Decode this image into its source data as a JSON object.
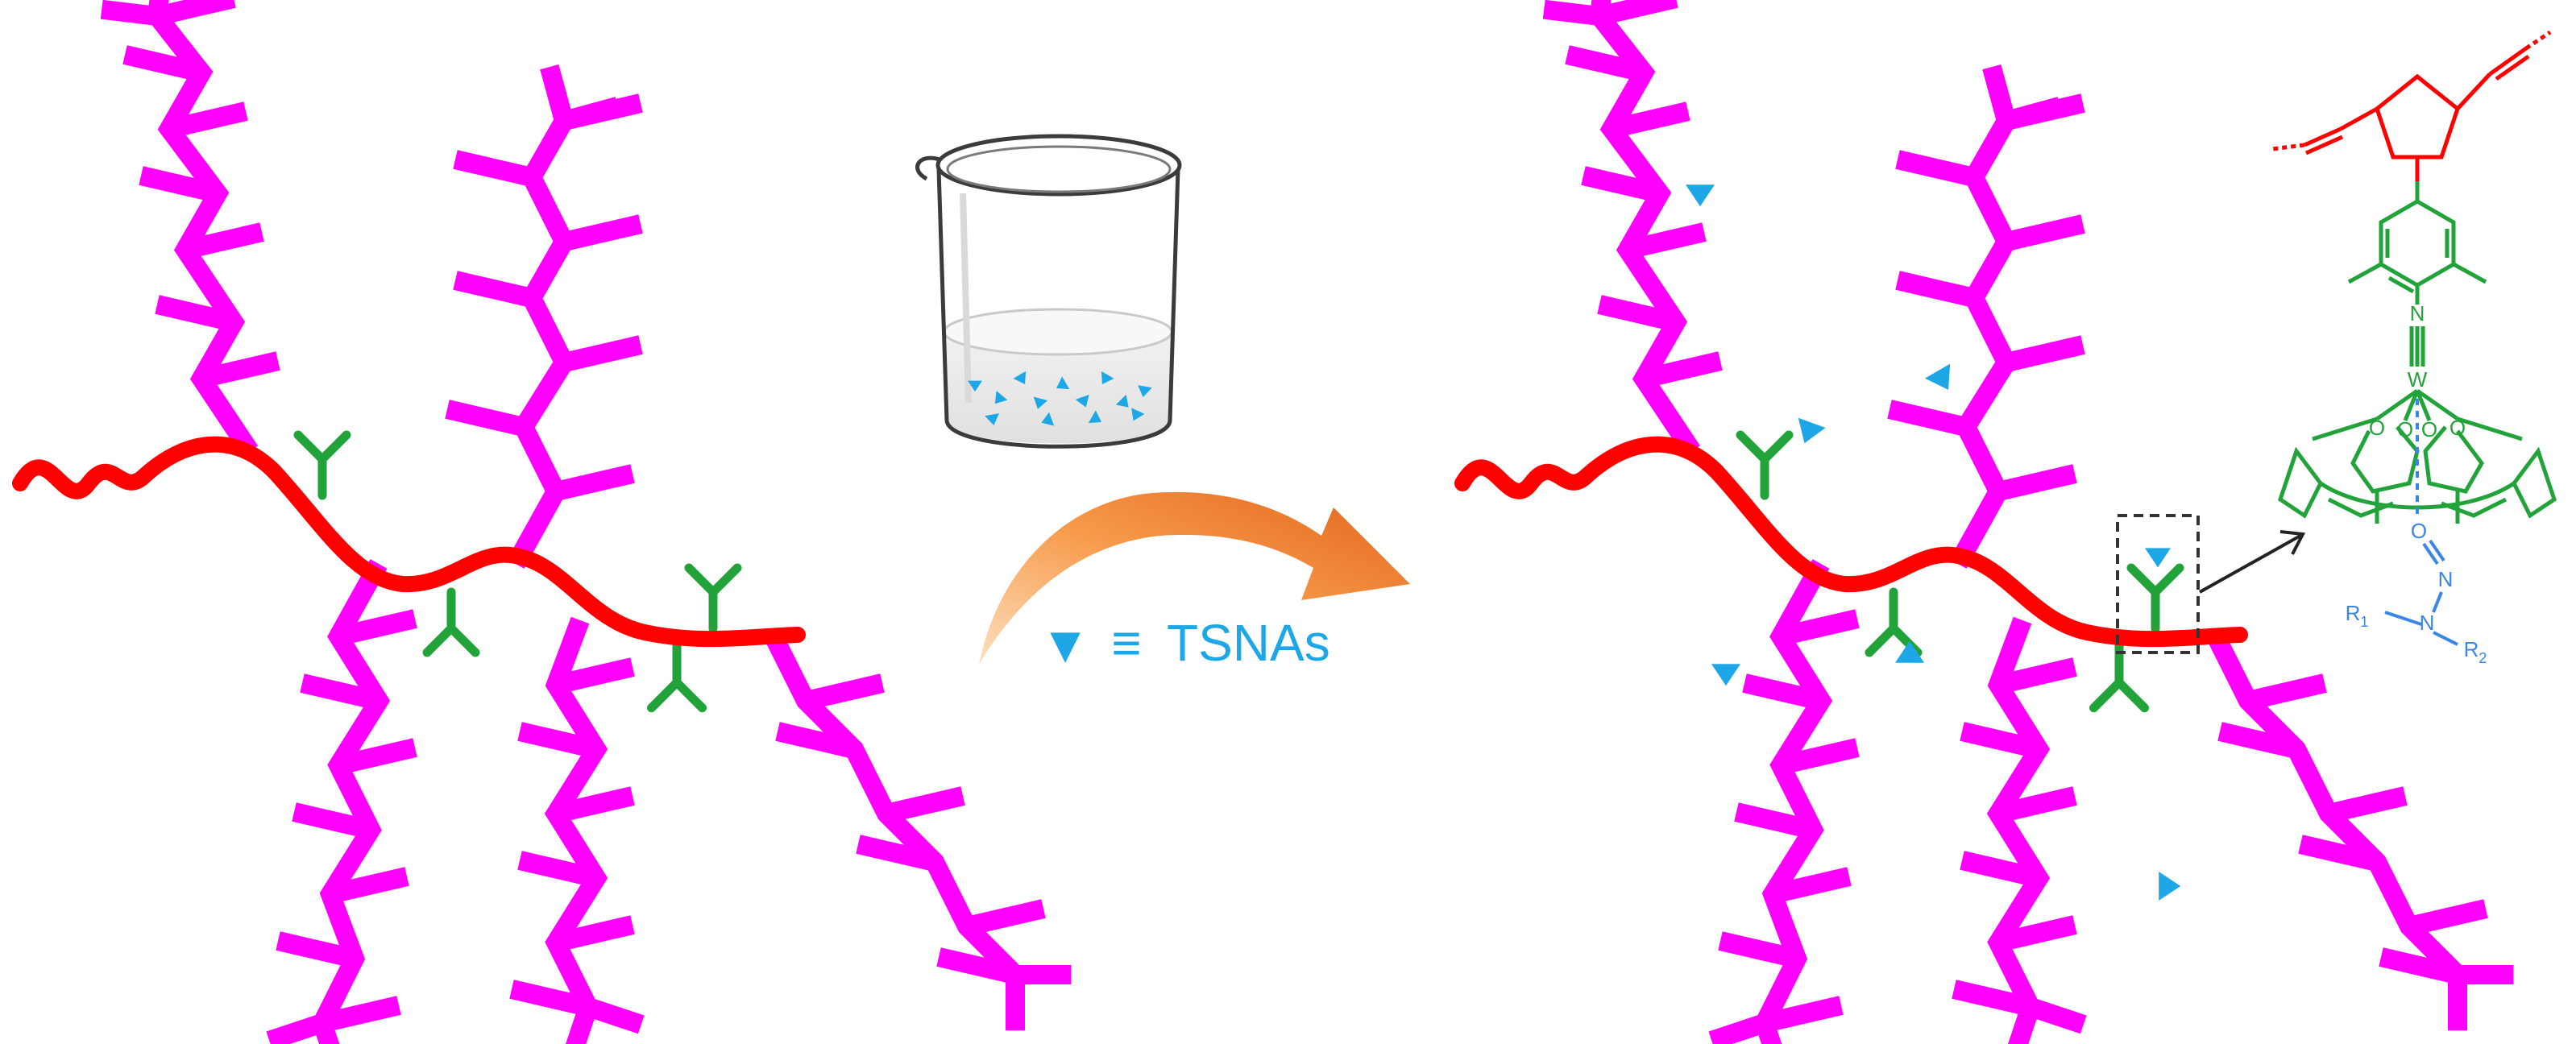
{
  "legend": {
    "symbol": "▼",
    "equiv": "≡",
    "label": "TSNAs"
  },
  "molecule": {
    "atom_n_top": "N",
    "atom_w": "W",
    "atom_o_ring": "O",
    "atom_o_bottom": "O",
    "atom_n_mid": "N",
    "atom_n_amine": "N",
    "r1": "R",
    "r1_sub": "1",
    "r2": "R",
    "r2_sub": "2"
  },
  "colors": {
    "magenta": "#ff00ff",
    "red": "#ff0000",
    "green": "#22a33a",
    "blue": "#1ea7e6",
    "arrow_start": "#fbb063",
    "arrow_end": "#e36b1c",
    "mol_blue": "#3a86e8"
  },
  "icons": [
    "beaker-icon",
    "curved-arrow-icon",
    "triangle-icon"
  ]
}
